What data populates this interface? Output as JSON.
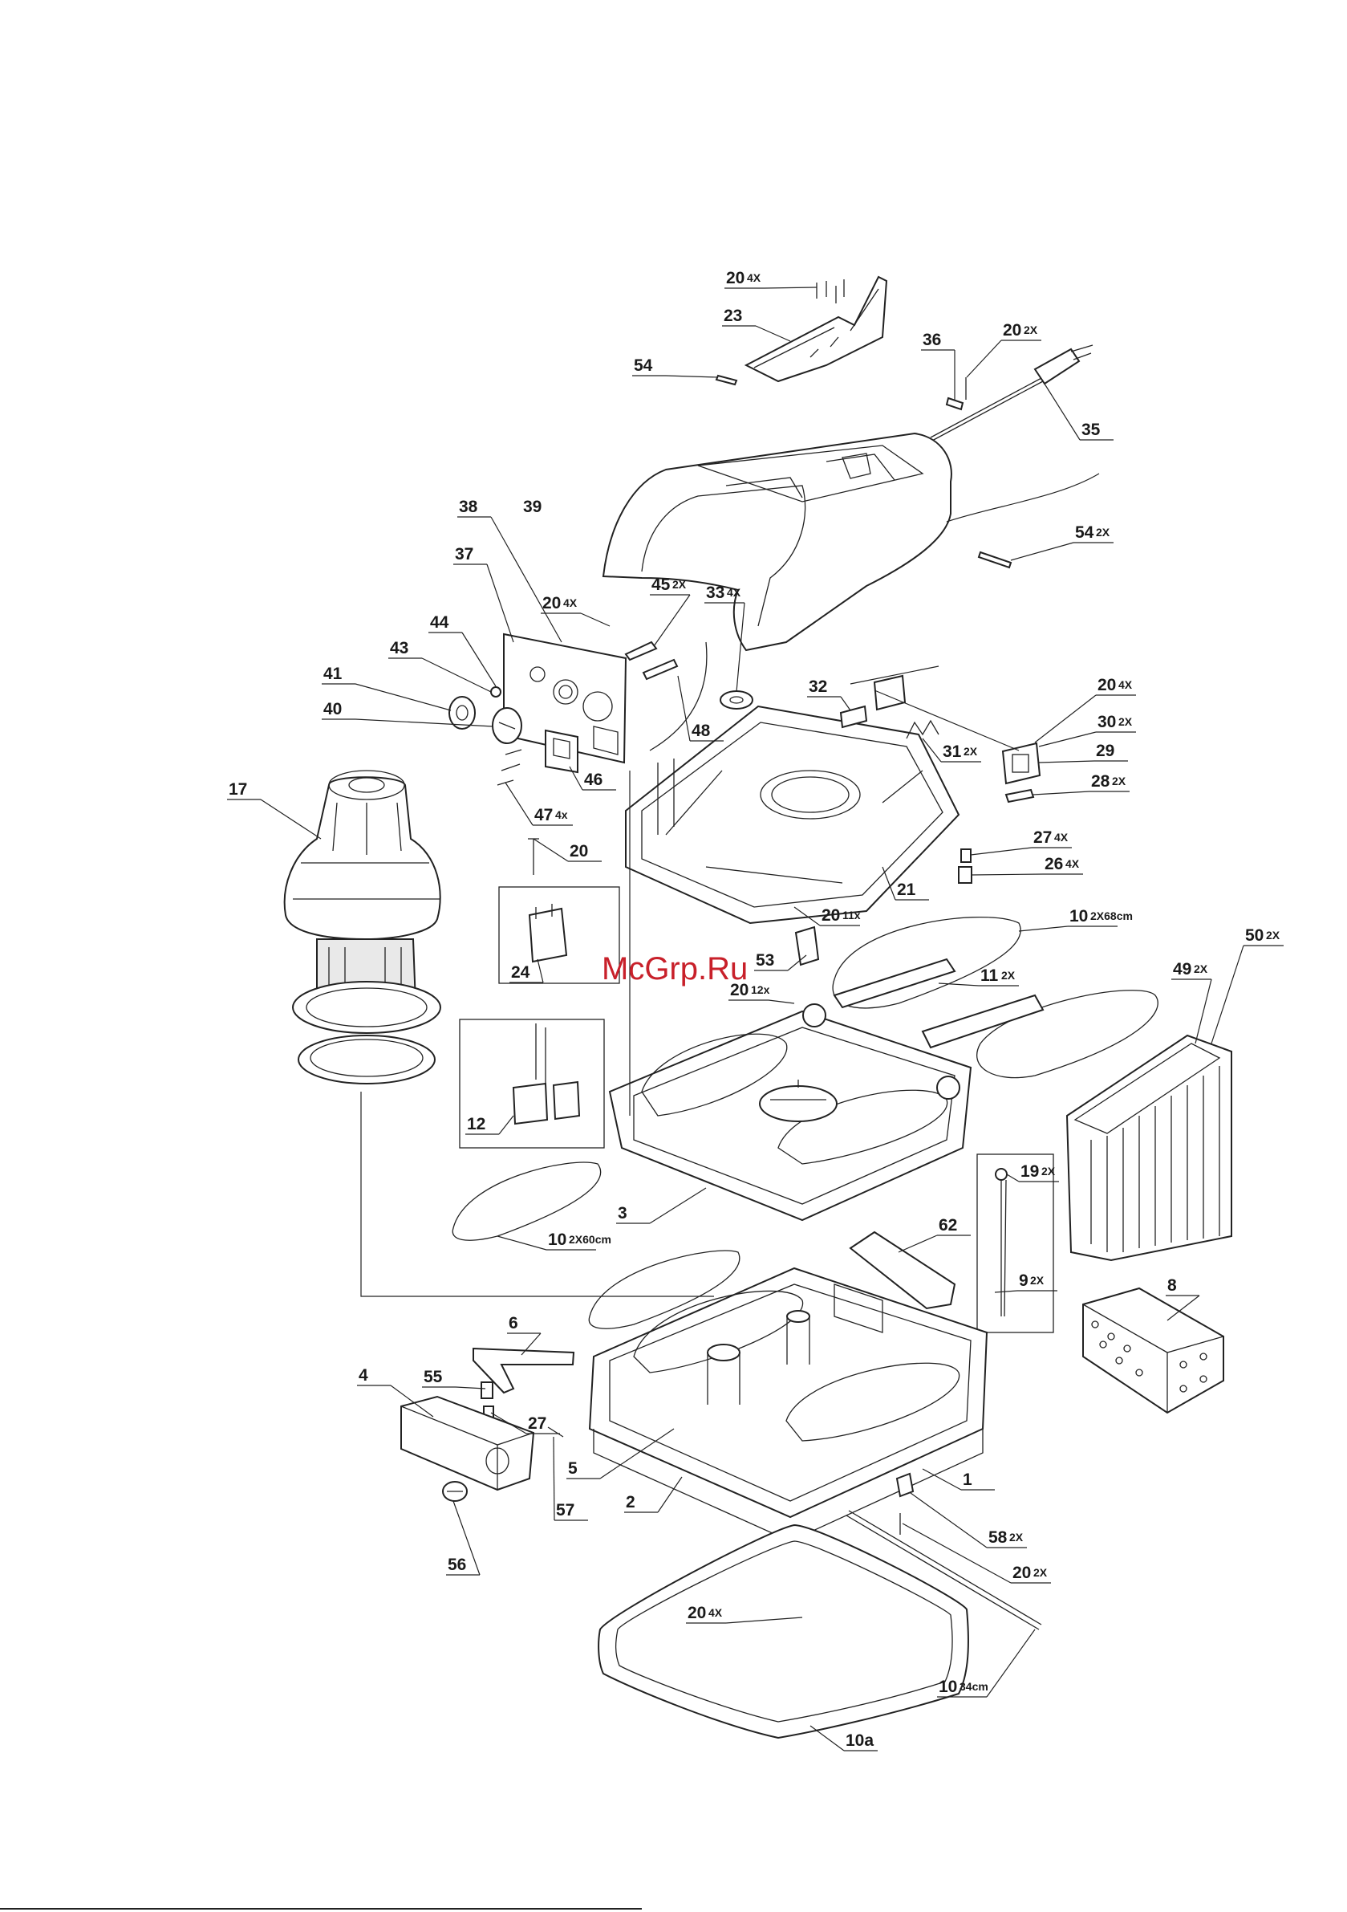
{
  "watermark": "McGrp.Ru",
  "callouts": [
    {
      "id": "c1",
      "num": "20",
      "qty": "4X"
    },
    {
      "id": "c2",
      "num": "23",
      "qty": ""
    },
    {
      "id": "c3",
      "num": "54",
      "qty": ""
    },
    {
      "id": "c4",
      "num": "36",
      "qty": ""
    },
    {
      "id": "c5",
      "num": "20",
      "qty": "2X"
    },
    {
      "id": "c6",
      "num": "35",
      "qty": ""
    },
    {
      "id": "c7",
      "num": "54",
      "qty": "2X"
    },
    {
      "id": "c8",
      "num": "38",
      "qty": ""
    },
    {
      "id": "c9",
      "num": "39",
      "qty": ""
    },
    {
      "id": "c10",
      "num": "37",
      "qty": ""
    },
    {
      "id": "c11",
      "num": "20",
      "qty": "4X"
    },
    {
      "id": "c12",
      "num": "45",
      "qty": "2X"
    },
    {
      "id": "c13",
      "num": "33",
      "qty": "4X"
    },
    {
      "id": "c14",
      "num": "44",
      "qty": ""
    },
    {
      "id": "c15",
      "num": "43",
      "qty": ""
    },
    {
      "id": "c16",
      "num": "41",
      "qty": ""
    },
    {
      "id": "c17",
      "num": "40",
      "qty": ""
    },
    {
      "id": "c18",
      "num": "46",
      "qty": ""
    },
    {
      "id": "c19",
      "num": "48",
      "qty": ""
    },
    {
      "id": "c20",
      "num": "47",
      "qty": "4x"
    },
    {
      "id": "c21",
      "num": "32",
      "qty": ""
    },
    {
      "id": "c22",
      "num": "20",
      "qty": "4X"
    },
    {
      "id": "c23",
      "num": "30",
      "qty": "2X"
    },
    {
      "id": "c24",
      "num": "31",
      "qty": "2X"
    },
    {
      "id": "c25",
      "num": "29",
      "qty": ""
    },
    {
      "id": "c26",
      "num": "28",
      "qty": "2X"
    },
    {
      "id": "c27",
      "num": "17",
      "qty": ""
    },
    {
      "id": "c28",
      "num": "20",
      "qty": ""
    },
    {
      "id": "c29",
      "num": "27",
      "qty": "4X"
    },
    {
      "id": "c30",
      "num": "26",
      "qty": "4X"
    },
    {
      "id": "c31",
      "num": "21",
      "qty": ""
    },
    {
      "id": "c32",
      "num": "20",
      "qty": "11x"
    },
    {
      "id": "c33",
      "num": "10",
      "qty": "2X68cm"
    },
    {
      "id": "c34",
      "num": "50",
      "qty": "2X"
    },
    {
      "id": "c35",
      "num": "24",
      "qty": ""
    },
    {
      "id": "c36",
      "num": "53",
      "qty": ""
    },
    {
      "id": "c37",
      "num": "20",
      "qty": "12x"
    },
    {
      "id": "c38",
      "num": "11",
      "qty": "2X"
    },
    {
      "id": "c39",
      "num": "49",
      "qty": "2X"
    },
    {
      "id": "c40",
      "num": "12",
      "qty": ""
    },
    {
      "id": "c41",
      "num": "19",
      "qty": "2X"
    },
    {
      "id": "c42",
      "num": "3",
      "qty": ""
    },
    {
      "id": "c43",
      "num": "62",
      "qty": ""
    },
    {
      "id": "c44",
      "num": "10",
      "qty": "2X60cm"
    },
    {
      "id": "c45",
      "num": "9",
      "qty": "2X"
    },
    {
      "id": "c46",
      "num": "8",
      "qty": ""
    },
    {
      "id": "c47",
      "num": "6",
      "qty": ""
    },
    {
      "id": "c48",
      "num": "4",
      "qty": ""
    },
    {
      "id": "c49",
      "num": "55",
      "qty": ""
    },
    {
      "id": "c50",
      "num": "27",
      "qty": ""
    },
    {
      "id": "c51",
      "num": "5",
      "qty": ""
    },
    {
      "id": "c52",
      "num": "1",
      "qty": ""
    },
    {
      "id": "c53",
      "num": "57",
      "qty": ""
    },
    {
      "id": "c54",
      "num": "2",
      "qty": ""
    },
    {
      "id": "c55",
      "num": "58",
      "qty": "2X"
    },
    {
      "id": "c56",
      "num": "56",
      "qty": ""
    },
    {
      "id": "c57",
      "num": "20",
      "qty": "2X"
    },
    {
      "id": "c58",
      "num": "20",
      "qty": "4X"
    },
    {
      "id": "c59",
      "num": "10",
      "qty": "34cm"
    },
    {
      "id": "c60",
      "num": "10a",
      "qty": ""
    }
  ]
}
